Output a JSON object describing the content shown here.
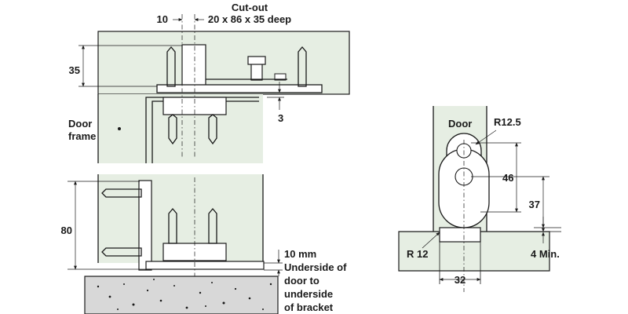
{
  "labels": {
    "cutout_title": "Cut-out",
    "cutout_size": "20 x 86 x 35 deep",
    "dim_10_top": "10",
    "dim_35": "35",
    "dim_3": "3",
    "door_frame_line1": "Door",
    "door_frame_line2": "frame",
    "dim_80": "80",
    "clearance_line1": "10 mm",
    "clearance_line2": "Underside of",
    "clearance_line3": "door to",
    "clearance_line4": "underside",
    "clearance_line5": "of bracket",
    "door": "Door",
    "radius_top": "R12.5",
    "dim_46": "46",
    "dim_37": "37",
    "radius_bottom": "R 12",
    "dim_4_min": "4 Min.",
    "dim_32": "32"
  },
  "colors": {
    "panel_fill": "#e6eee3",
    "line": "#1a1a1a",
    "concrete": "#d8d8d8"
  }
}
